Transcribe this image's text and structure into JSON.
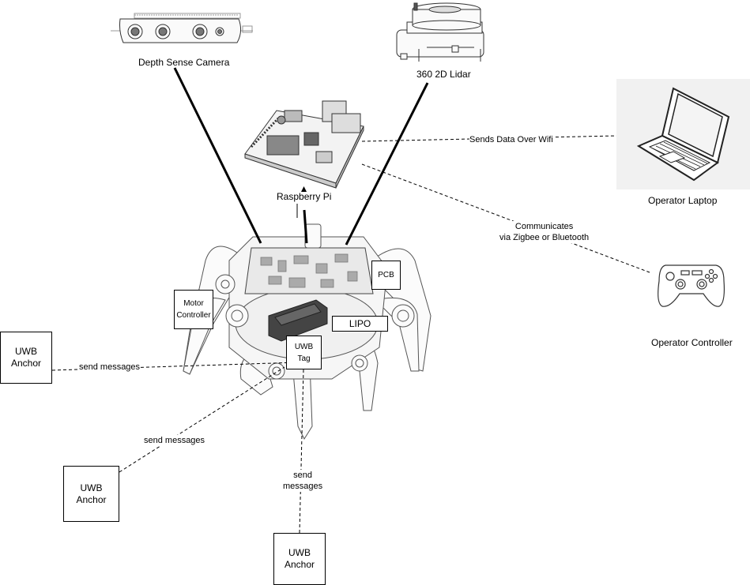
{
  "devices": {
    "depth_camera": "Depth Sense Camera",
    "lidar": "360 2D Lidar",
    "raspberry_pi": "Raspberry Pi",
    "operator_laptop": "Operator Laptop",
    "operator_controller": "Operator Controller"
  },
  "components": {
    "pcb": "PCB",
    "lipo": "LIPO",
    "motor_controller": [
      "Motor",
      "Controller"
    ],
    "uwb_tag": [
      "UWB",
      "Tag"
    ]
  },
  "anchors": {
    "left": [
      "UWB",
      "Anchor"
    ],
    "bottom_left": [
      "UWB",
      "Anchor"
    ],
    "bottom": [
      "UWB",
      "Anchor"
    ]
  },
  "connections": {
    "wifi": "Sends Data Over Wifi",
    "zigbee": [
      "Communicates",
      "via Zigbee or Bluetooth"
    ],
    "anchor_left": "send messages",
    "anchor_bottom_left": "send messages",
    "anchor_bottom": [
      "send",
      "messages"
    ]
  }
}
